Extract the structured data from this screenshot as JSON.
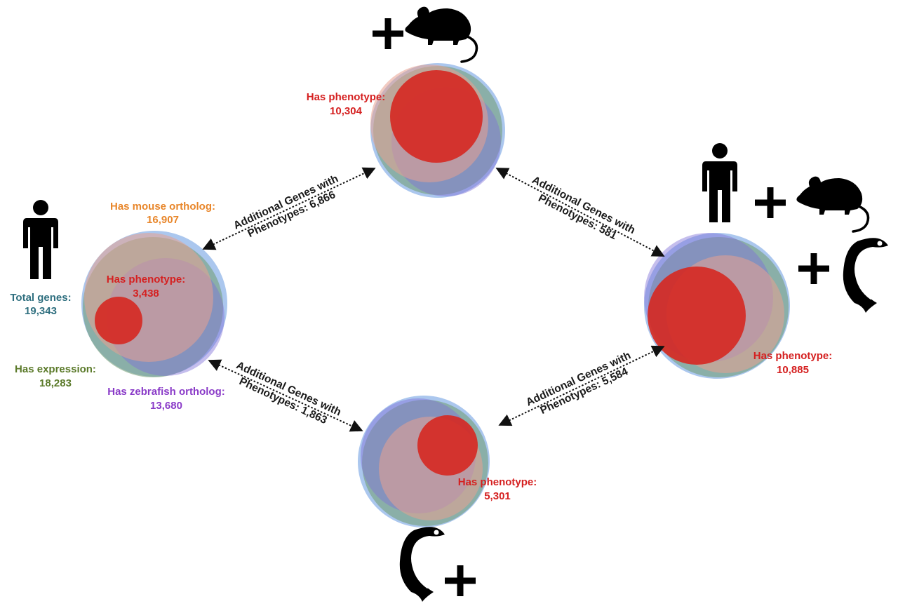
{
  "colors": {
    "total": "#8fb4e8",
    "expression": "#6f9a70",
    "mouse": "#e7a08f",
    "zebrafish": "#7f6fd6",
    "phenotype": "#d52a24",
    "total_text": "#2f6f7f",
    "expression_text": "#5b7a2a",
    "mouse_text": "#e8862a",
    "zebrafish_text": "#8a3bc8",
    "phenotype_text": "#d52020"
  },
  "human_only": {
    "mouse_ortholog_label": "Has mouse ortholog:",
    "mouse_ortholog_value": "16,907",
    "total_label": "Total genes:",
    "total_value": "19,343",
    "phenotype_label": "Has phenotype:",
    "phenotype_value": "3,438",
    "expression_label": "Has expression:",
    "expression_value": "18,283",
    "zebrafish_ortholog_label": "Has zebrafish ortholog:",
    "zebrafish_ortholog_value": "13,680",
    "icons": [
      "human-icon"
    ]
  },
  "human_mouse": {
    "phenotype_label": "Has phenotype:",
    "phenotype_value": "10,304",
    "icons": [
      "plus-icon",
      "mouse-icon"
    ]
  },
  "human_zebrafish": {
    "phenotype_label": "Has phenotype:",
    "phenotype_value": "5,301",
    "icons": [
      "zebrafish-icon",
      "plus-icon"
    ]
  },
  "all_species": {
    "phenotype_label": "Has phenotype:",
    "phenotype_value": "10,885",
    "icons": [
      "human-icon",
      "plus-icon",
      "mouse-icon",
      "plus-icon",
      "zebrafish-icon"
    ]
  },
  "arrows": {
    "human_to_mouse": {
      "line1": "Additional Genes with",
      "line2": "Phenotypes: 6,866"
    },
    "mouse_to_all": {
      "line1": "Additional Genes with",
      "line2": "Phenotypes: 581"
    },
    "human_to_zebrafish": {
      "line1": "Additional Genes with",
      "line2": "Phenotypes: 1,863"
    },
    "zebrafish_to_all": {
      "line1": "Additional Genes with",
      "line2": "Phenotypes: 5,584"
    }
  }
}
